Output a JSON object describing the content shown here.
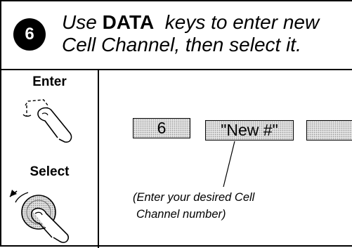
{
  "header": {
    "step_number": "6",
    "instruction_line1_pre": "Use ",
    "instruction_bold": "DATA",
    "instruction_line1_post": "  keys to enter new",
    "instruction_line2": "Cell Channel, then select it."
  },
  "controls": {
    "enter_label": "Enter",
    "select_label": "Select"
  },
  "keys": {
    "key1": "6",
    "key2": "\"New #\"",
    "key3": ""
  },
  "note": {
    "line1": "(Enter your desired Cell",
    "line2": "Channel number)"
  }
}
